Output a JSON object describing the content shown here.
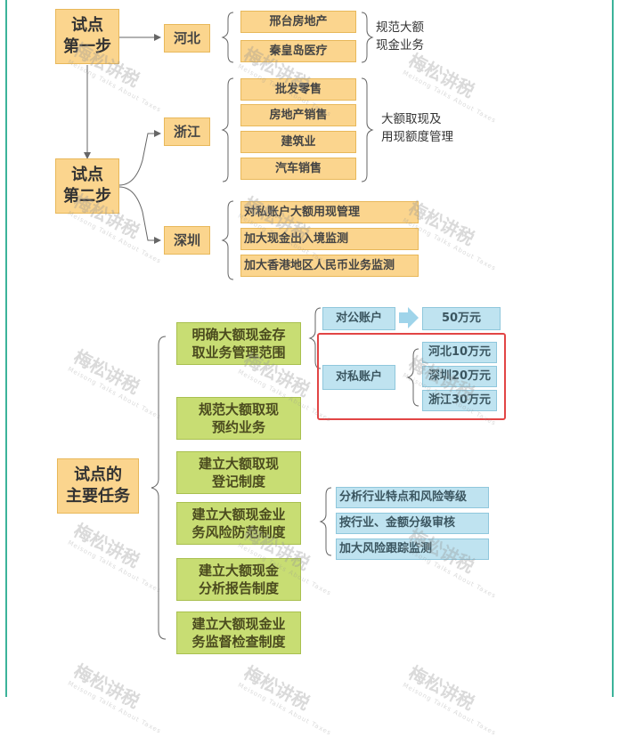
{
  "top": {
    "step1": "试点\n第一步",
    "step2": "试点\n第二步",
    "hebei": {
      "label": "河北",
      "items": [
        "邢台房地产",
        "秦皇岛医疗"
      ],
      "note": "规范大额\n现金业务"
    },
    "zhejiang": {
      "label": "浙江",
      "items": [
        "批发零售",
        "房地产销售",
        "建筑业",
        "汽车销售"
      ],
      "note": "大额取现及\n用现额度管理"
    },
    "shenzhen": {
      "label": "深圳",
      "items": [
        "对私账户大额用现管理",
        "加大现金出入境监测",
        "加大香港地区人民币业务监测"
      ]
    }
  },
  "bottom": {
    "root": "试点的\n主要任务",
    "tasks": [
      "明确大额现金存\n取业务管理范围",
      "规范大额取现\n预约业务",
      "建立大额取现\n登记制度",
      "建立大额现金业\n务风险防范制度",
      "建立大额现金\n分析报告制度",
      "建立大额现金业\n务监督检查制度"
    ],
    "public_account": "对公账户",
    "public_limit": "50万元",
    "private_account": "对私账户",
    "private_limits": [
      "河北10万元",
      "深圳20万元",
      "浙江30万元"
    ],
    "risk_items": [
      "分析行业特点和风险等级",
      "按行业、金额分级审核",
      "加大风险跟踪监测"
    ]
  },
  "watermark": {
    "text": "梅松讲税",
    "sub": "Meisong Talks About Taxes"
  },
  "colors": {
    "orange": "#fbd58e",
    "green": "#c8dd73",
    "blue": "#bfe3f0",
    "frame": "#3cb39a",
    "highlight": "#e24545",
    "arrow": "#9fd4ea"
  }
}
